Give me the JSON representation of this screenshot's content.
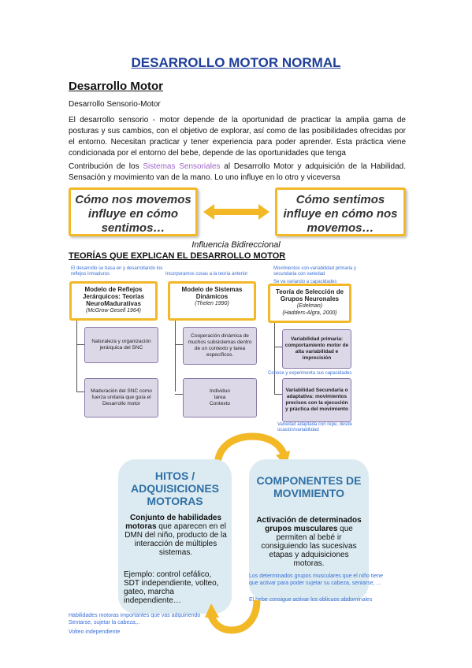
{
  "title": "DESARROLLO MOTOR NORMAL",
  "section_heading": "Desarrollo Motor",
  "subheading": "Desarrollo Sensorio-Motor",
  "paragraph1": "El desarrollo sensorio - motor depende de la oportunidad de practicar la amplia gama de posturas y sus cambios, con el objetivo de explorar, así como de las posibilidades ofrecidas por el entorno. Necesitan practicar y tener experiencia para poder aprender. Esta práctica viene condicionada por el entorno del bebe, depende de las oportunidades que tenga",
  "paragraph2": {
    "before": "Contribución de los ",
    "highlight": "Sistemas Sensoriales",
    "after": " al Desarrollo Motor y adquisición de la Habilidad. Sensación y movimiento van de la mano. Lo uno influye en lo otro y viceversa"
  },
  "bidirectional": {
    "left": "Cómo nos movemos influye en cómo sentimos…",
    "right": "Cómo sentimos influye en cómo nos movemos…",
    "caption": "Influencia Bidireccional"
  },
  "theories_heading": "TEORÍAS QUE EXPLICAN EL DESARROLLO MOTOR",
  "theories": {
    "notes": {
      "n1": "El desarrollo se basa en y desarrollando los reflejos inmaduros",
      "n2": "Incorporamos cosas a la teoría anterior",
      "n3": "Movimientos con variabilidad primaria y secundaria con variedad",
      "n4": "Se va variando a capacidades",
      "n5": "Conoce y experimenta sus capacidades",
      "n6": "Variedad adaptada con repe, desde ocasión/variabilidad"
    },
    "col1": {
      "title": "Modelo de Reflejos Jerárquicos: Teorías NeuroMadurativas",
      "author": "(McGrow Gesell 1964)",
      "box1": "Naturaleza y organización jerárquica del SNC",
      "box2": "Maduración del SNC como fuerza unitaria que guía el Desarrollo motor"
    },
    "col2": {
      "title": "Modelo de Sistemas Dinámicos",
      "author": "(Thelen 1990)",
      "box1": "Cooperación dinámica de muchos subsistemas dentro de un contexto y tarea específicos.",
      "box2_lines": [
        "Individuo",
        "tarea",
        "Contexto"
      ]
    },
    "col3": {
      "title": "Teoría de Selección de Grupos Neuronales",
      "author_line1": "(Edelman)",
      "author_line2": "(Hadders-Algra, 2000)",
      "box1": "Variabilidad primaria: comportamiento motor de alta variabilidad e imprecisión",
      "box2": "Variabilidad Secundaria o adaptativa: movimientos precisos con la ejecución y práctica del movimiento"
    }
  },
  "cycle": {
    "left": {
      "title": "HITOS / ADQUISICIONES MOTORAS",
      "bold": "Conjunto de habilidades motoras",
      "text": " que aparecen en el DMN del niño, producto de la interacción de múltiples sistemas.",
      "example": "Ejemplo: control cefálico, SDT independiente, volteo, gateo, marcha independiente…"
    },
    "right": {
      "title": "COMPONENTES DE MOVIMIENTO",
      "bold": "Activación de determinados grupos musculares",
      "text": " que permiten al bebé ir consiguiendo las sucesivas etapas y adquisiciones motoras."
    },
    "notes": {
      "right1": "Los determinados grupos musculares que el niño tiene que activar para poder sujetar su cabeza, sentarse, ...",
      "right2": "El bebe consigue activar los oblicuos abdominales",
      "bottom1": "Habilidades motoras importantes que vas adquiriendo",
      "bottom2": "Sentarse, sujetar la cabeza,..",
      "bottom3": "Volteo independiente"
    }
  },
  "colors": {
    "title_blue": "#1f3f99",
    "accent_yellow": "#f2b826",
    "bubble_blue": "#dcebf1",
    "note_blue": "#3a6fd8",
    "highlight_purple": "#a064c8"
  }
}
